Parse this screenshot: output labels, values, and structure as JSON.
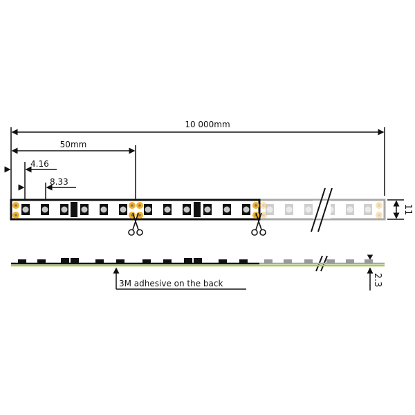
{
  "dimensions": {
    "total_length": "10 000mm",
    "segment_length": "50mm",
    "first_led_offset": "4.16",
    "led_pitch": "8.33",
    "strip_width": "11",
    "strip_height": "2.3"
  },
  "labels": {
    "adhesive": "3M adhesive on the back"
  },
  "icons": [
    "scissors-icon",
    "break-mark-icon"
  ],
  "colors": {
    "strip_outline": "#111111",
    "strip_faded": "#a8a8a8",
    "solder_pad": "#f3b12a",
    "led": "#c8c8c8",
    "adhesive": "#a6cf3a"
  }
}
